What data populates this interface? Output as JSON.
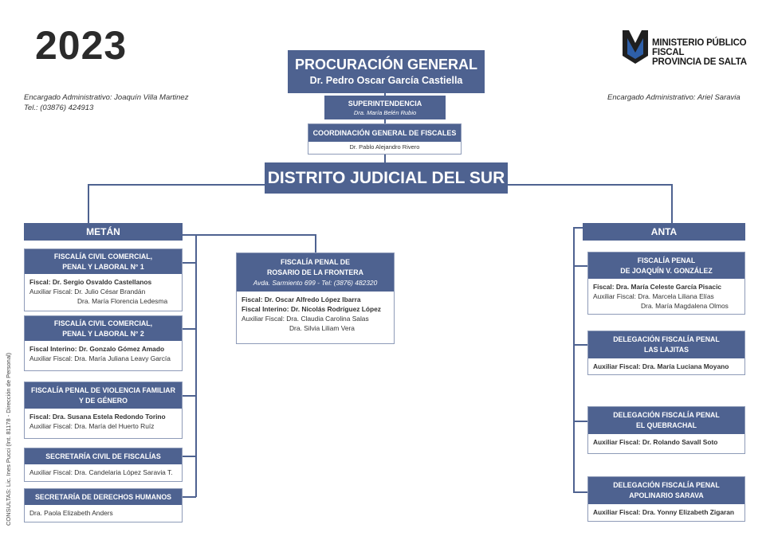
{
  "year": "2023",
  "admin_left": {
    "line1": "Encargado Administrativo: Joaquín Villa Martinez",
    "line2": "Tel.: (03876) 424913"
  },
  "admin_right": "Encargado Administrativo: Ariel Saravia",
  "logo": {
    "line1": "MINISTERIO PÚBLICO FISCAL",
    "line2": "PROVINCIA DE SALTA"
  },
  "side_note": "CONSULTAS: Lic. Ines Pucci (Int. 81178 - Dirección de Personal)",
  "procuracion": {
    "title": "PROCURACIÓN GENERAL",
    "name": "Dr. Pedro Oscar García Castiella"
  },
  "superintendencia": {
    "title": "SUPERINTENDENCIA",
    "name": "Dra. María Belén Rubio"
  },
  "coordinacion": {
    "title": "COORDINACIÓN GENERAL DE FISCALES",
    "name": "Dr. Pablo Alejandro Rivero"
  },
  "distrito": "DISTRITO JUDICIAL DEL SUR",
  "metan": {
    "label": "METÁN",
    "units": [
      {
        "title1": "FISCALÍA CIVIL COMERCIAL,",
        "title2": "PENAL Y LABORAL N° 1",
        "fiscal": "Fiscal: Dr. Sergio Osvaldo Castellanos",
        "aux1": "Auxiliar Fiscal: Dr. Julio César Brandán",
        "aux2": "Dra. María Florencia Ledesma"
      },
      {
        "title1": "FISCALÍA CIVIL COMERCIAL,",
        "title2": "PENAL Y LABORAL N° 2",
        "fiscal": "Fiscal Interino:  Dr. Gonzalo Gómez Amado",
        "aux1": "Auxiliar Fiscal: Dra. María Juliana Leavy García"
      },
      {
        "title1": "FISCALÍA PENAL DE VIOLENCIA FAMILIAR",
        "title2": "Y DE GÉNERO",
        "fiscal": "Fiscal: Dra. Susana Estela Redondo Torino",
        "aux1": "Auxiliar Fiscal: Dra. María del Huerto Ruíz"
      },
      {
        "title1": "SECRETARÍA CIVIL DE FISCALÍAS",
        "aux1": "Auxiliar Fiscal: Dra. Candelaria López Saravia T."
      },
      {
        "title1": "SECRETARÍA DE DERECHOS HUMANOS",
        "aux1": "Dra. Paola Elizabeth Anders"
      }
    ],
    "rosario": {
      "title1": "FISCALÍA PENAL DE",
      "title2": "ROSARIO DE LA FRONTERA",
      "address": "Avda. Sarmiento 699 - Tel: (3876) 482320",
      "fiscal": "Fiscal: Dr. Oscar Alfredo López Ibarra",
      "fiscal_int": "Fiscal Interino: Dr. Nicolás Rodríguez López",
      "aux1": "Auxiliar Fiscal: Dra. Claudia Carolina Salas",
      "aux2": "Dra. Silvia Liliam Vera"
    }
  },
  "anta": {
    "label": "ANTA",
    "units": [
      {
        "title1": "FISCALÍA PENAL",
        "title2": "DE JOAQUÍN V. GONZÁLEZ",
        "fiscal": "Fiscal: Dra. María Celeste García Pisacic",
        "aux1": "Auxiliar Fiscal: Dra. Marcela Liliana Elías",
        "aux2": "Dra. María Magdalena Olmos"
      },
      {
        "title1": "DELEGACIÓN FISCALÍA PENAL",
        "title2": "LAS LAJITAS",
        "aux1": "Auxiliar Fiscal: Dra. María Luciana Moyano"
      },
      {
        "title1": "DELEGACIÓN FISCALÍA PENAL",
        "title2": "EL QUEBRACHAL",
        "aux1": "Auxiliar Fiscal:  Dr. Rolando Savall Soto"
      },
      {
        "title1": "DELEGACIÓN FISCALÍA PENAL",
        "title2": "APOLINARIO SARAVA",
        "aux1": "Auxiliar Fiscal:  Dra. Yonny Elizabeth Zigaran"
      }
    ]
  }
}
